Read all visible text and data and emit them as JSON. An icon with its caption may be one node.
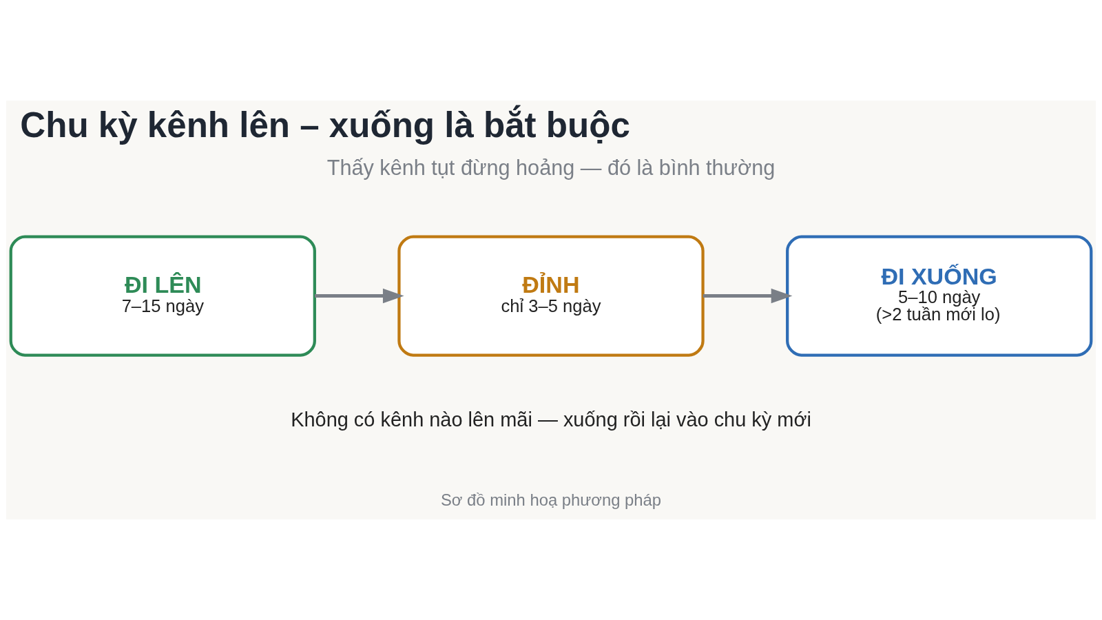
{
  "diagram": {
    "title": "Chu kỳ kênh lên – xuống là bắt buộc",
    "nodes": [
      {
        "text": [
          "ĐI LÊN",
          "7–15 ngày"
        ]
      },
      {
        "text": [
          "ĐỈNH",
          "chỉ 3–5 ngày"
        ]
      },
      {
        "text": [
          "ĐI XUỐNG",
          "5–10 ngày",
          "(>2 tuần mới lo)"
        ]
      }
    ],
    "edges": [
      {
        "from": 0,
        "to": 1,
        "arrow": "to"
      },
      {
        "from": 1,
        "to": 2,
        "arrow": "to"
      }
    ],
    "labels": [
      "Thấy kênh tụt đừng hoảng — đó là bình thường",
      "Không có kênh nào lên mãi — xuống rồi lại vào chu kỳ mới",
      "Sơ đồ minh hoạ phương pháp"
    ]
  }
}
